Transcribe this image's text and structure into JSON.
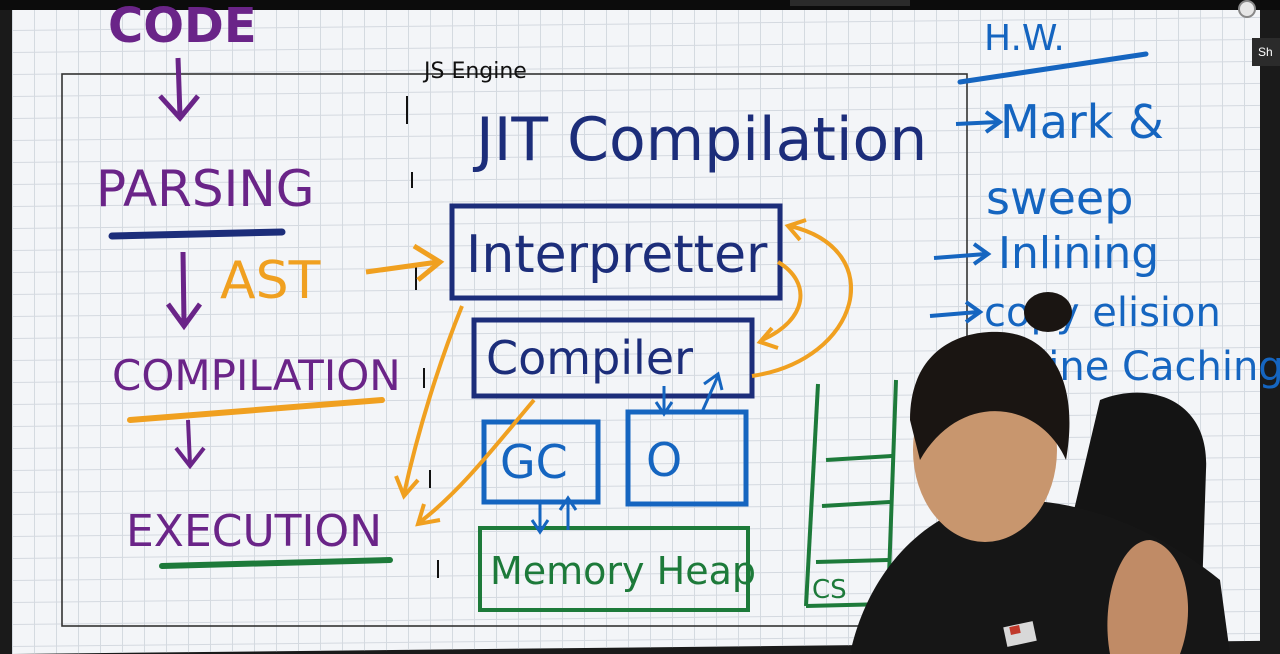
{
  "header": {
    "share_label": "Sh"
  },
  "board": {
    "frame_title": "JS Engine",
    "heading": "JIT Compilation",
    "stages": [
      "CODE",
      "PARSING",
      "AST",
      "COMPILATION",
      "EXECUTION"
    ],
    "boxes": {
      "interpreter": "Interpretter",
      "compiler": "Compiler",
      "gc": "GC",
      "optimizer": "O",
      "heap": "Memory Heap",
      "callstack": "CS"
    },
    "homework": {
      "title": "H.W.",
      "items": [
        "Mark &",
        "sweep",
        "Inlining",
        "copy elision",
        "Inline Caching"
      ]
    }
  },
  "colors": {
    "purple": "#6a2488",
    "orange": "#f0a020",
    "blue": "#1565c0",
    "green": "#1d7a3a",
    "navy": "#1c2d7a"
  }
}
